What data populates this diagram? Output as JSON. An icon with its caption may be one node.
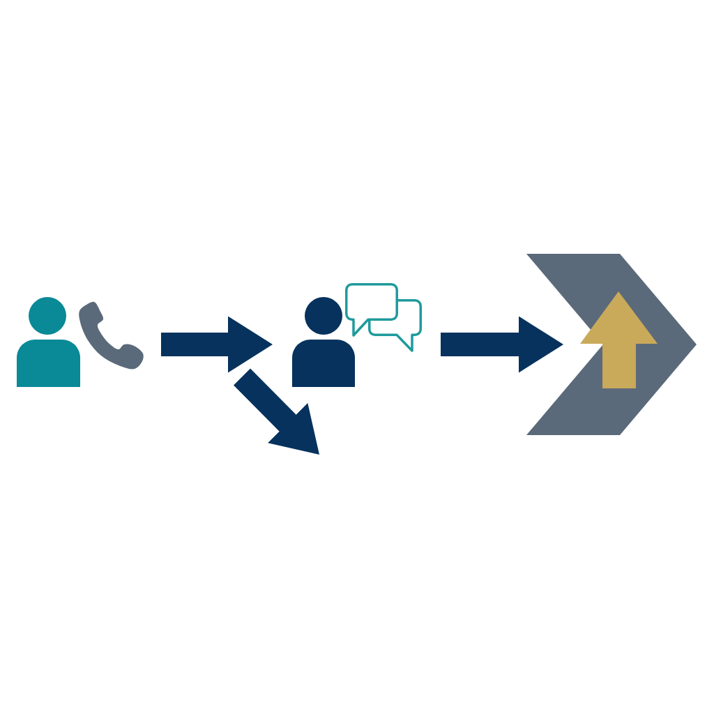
{
  "diagram": {
    "nodes": [
      {
        "text": [],
        "shape": "picture"
      },
      {
        "text": [],
        "shape": "picture"
      },
      {
        "text": [],
        "shape": "picture"
      }
    ],
    "edges": [
      {
        "from": 0,
        "to": 1,
        "arrow": "to"
      },
      {
        "from": 1,
        "to": 2,
        "arrow": "to"
      }
    ]
  }
}
